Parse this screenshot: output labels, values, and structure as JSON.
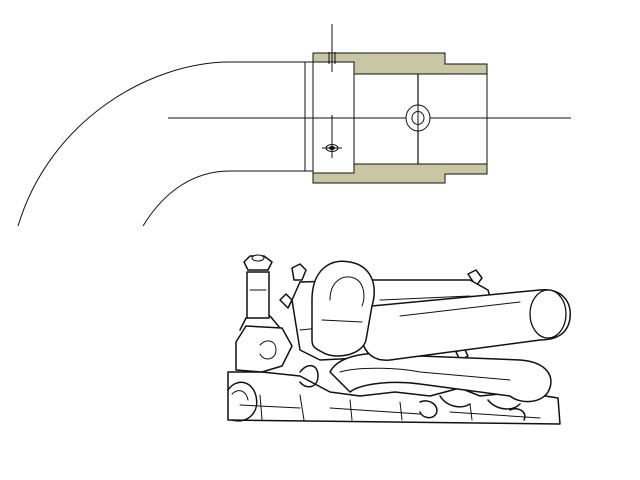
{
  "colors": {
    "background": "#ffffff",
    "line": "#111111",
    "casting_fill": "#c9c6a4",
    "part_fill": "#ffffff",
    "engine_shadow": "#d9d9d9"
  },
  "section_view": {
    "parts": [
      "curved-pipe",
      "tapered-pipe-end",
      "clamp-sleeve",
      "pipe-coupling",
      "centerline",
      "cross-bolt"
    ]
  },
  "engine_illustration": {
    "parts": [
      "filler-cap",
      "valve-cover",
      "intake-plenum",
      "bent-intake-tube",
      "exhaust-manifold",
      "crankcase",
      "alternator-pulley"
    ]
  }
}
